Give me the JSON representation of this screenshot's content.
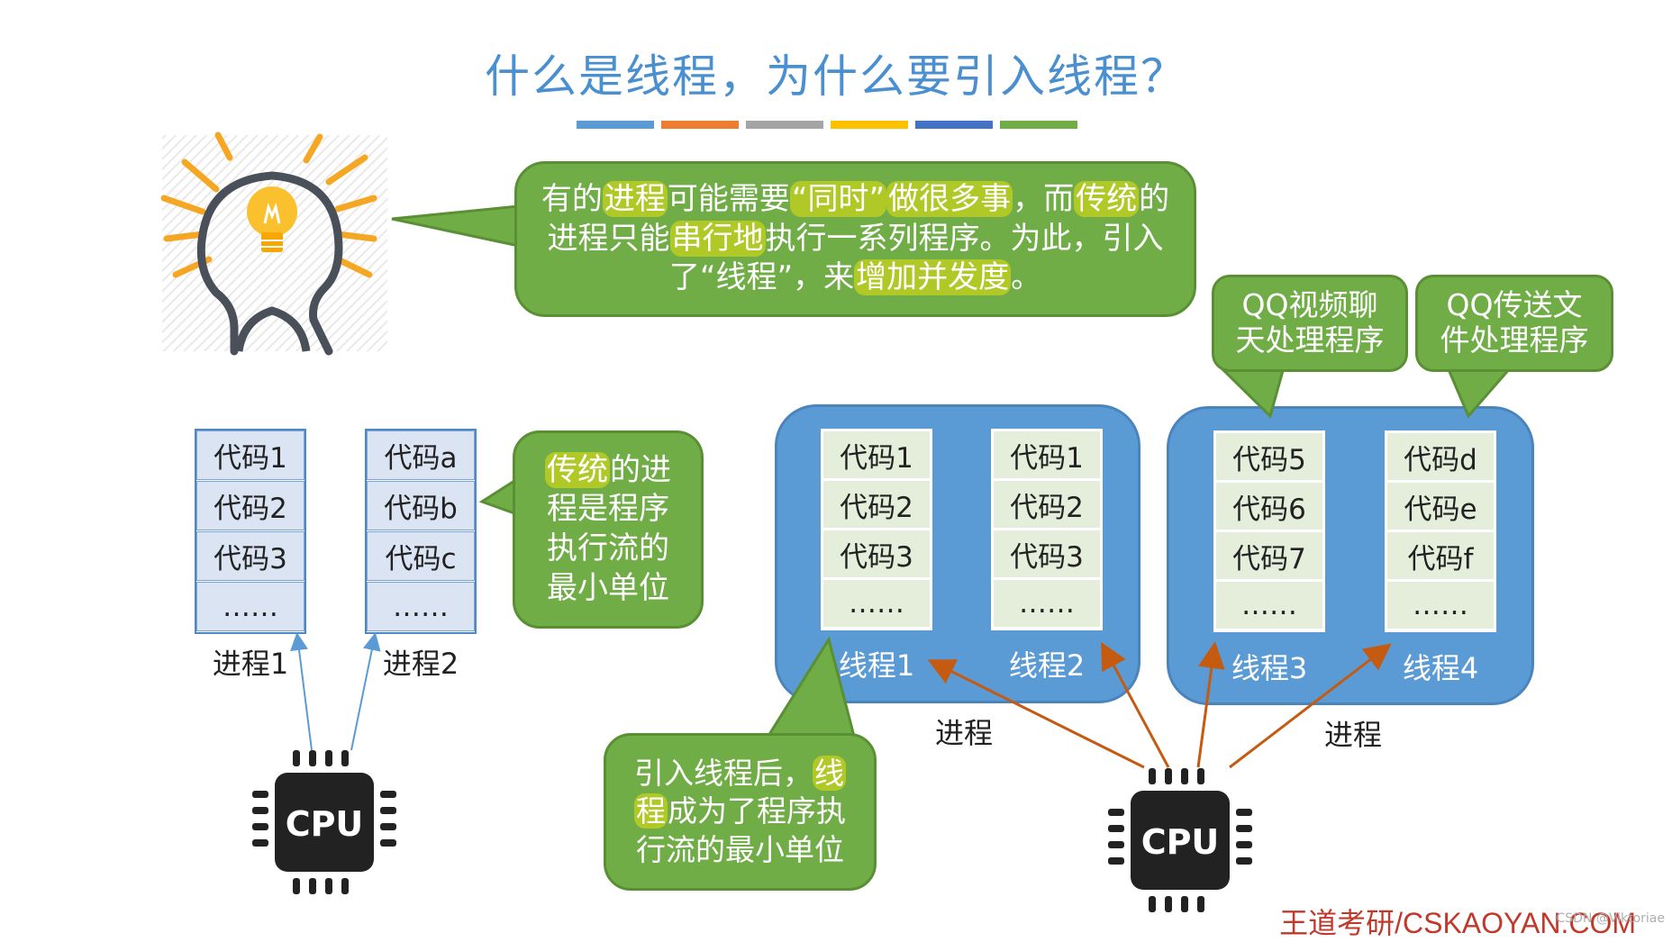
{
  "title": "什么是线程，为什么要引入线程？",
  "colors": {
    "bars": [
      "#5b9bd5",
      "#ed7d31",
      "#a5a5a5",
      "#ffc000",
      "#4472c4",
      "#70ad47"
    ],
    "bubble": "#70ad47",
    "process": "#5b9bd5",
    "arrow_orange": "#c55a11",
    "arrow_blue": "#5b9bd5",
    "brand": "#c0392b"
  },
  "top_bubble": {
    "parts": [
      {
        "t": "有的",
        "hl": false
      },
      {
        "t": "进程",
        "hl": true
      },
      {
        "t": "可能需要",
        "hl": false
      },
      {
        "t": "“同时”",
        "hl": true
      },
      {
        "t": "做很多事",
        "hl": false
      },
      {
        "t": "，而",
        "hl": false
      },
      {
        "t": "传统",
        "hl": true
      },
      {
        "t": "的进程只能",
        "hl": false
      },
      {
        "t": "串行地",
        "hl": true
      },
      {
        "t": "执行一系列程序。为此，引入了“线程”，来",
        "hl": false
      },
      {
        "t": "增加并发度",
        "hl": true
      },
      {
        "t": "。",
        "hl": false
      }
    ]
  },
  "traditional_bubble": {
    "hl": "传统",
    "rest": "的进程是程序执行流的最小单位"
  },
  "thread_bubble": {
    "line1": "引入线程后，",
    "hl1": "线",
    "hl2": "程",
    "rest": "成为了程序执行流的最小单位"
  },
  "left_processes": [
    {
      "label": "进程1",
      "cells": [
        "代码1",
        "代码2",
        "代码3",
        "……"
      ]
    },
    {
      "label": "进程2",
      "cells": [
        "代码a",
        "代码b",
        "代码c",
        "……"
      ]
    }
  ],
  "process_a": {
    "label": "进程",
    "threads": [
      {
        "label": "线程1",
        "cells": [
          "代码1",
          "代码2",
          "代码3",
          "……"
        ]
      },
      {
        "label": "线程2",
        "cells": [
          "代码1",
          "代码2",
          "代码3",
          "……"
        ]
      }
    ]
  },
  "process_b": {
    "label": "进程",
    "threads": [
      {
        "label": "线程3",
        "cells": [
          "代码5",
          "代码6",
          "代码7",
          "……"
        ]
      },
      {
        "label": "线程4",
        "cells": [
          "代码d",
          "代码e",
          "代码f",
          "……"
        ]
      }
    ]
  },
  "qq_video": "QQ视频聊天处理程序",
  "qq_file": "QQ传送文件处理程序",
  "cpu_label": "CPU",
  "brand": "王道考研/CSKAOYAN.COM",
  "watermark": "CSDN @Viktoriae"
}
